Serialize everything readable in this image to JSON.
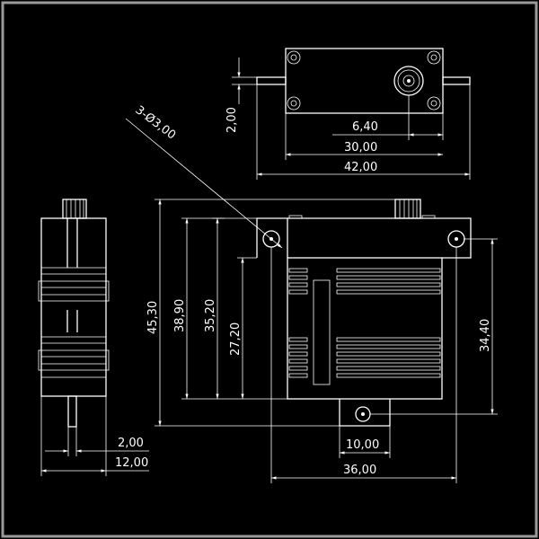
{
  "diagram": {
    "colors": {
      "background": "#000000",
      "line": "#ffffff",
      "frame": "#9a9a9a"
    },
    "dimensions": {
      "tab_thickness": "2,00",
      "output_offset": "6,40",
      "body_length": "30,00",
      "overall_length": "42,00",
      "hole_callout": "3-Ø3,00",
      "overall_height": "45,30",
      "height_to_top": "38,90",
      "height_to_tab": "35,20",
      "body_height": "27,20",
      "hole_spacing": "34,40",
      "shaft_thickness": "2,00",
      "side_width": "12,00",
      "lower_tab_width": "10,00",
      "front_width": "36,00"
    }
  }
}
